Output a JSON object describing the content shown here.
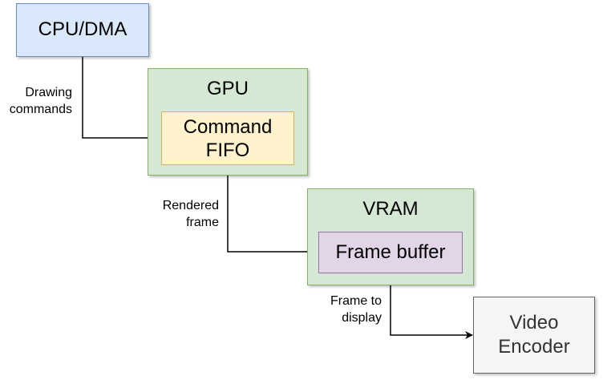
{
  "colors": {
    "blue_fill": "#dae8fc",
    "blue_stroke": "#6c8ebf",
    "green_fill": "#d5e8d4",
    "green_stroke": "#82b366",
    "yellow_fill": "#fff2cc",
    "yellow_stroke": "#d6b656",
    "purple_fill": "#e1d5e7",
    "purple_stroke": "#9673a6",
    "gray_fill": "#f5f5f5",
    "gray_stroke": "#666666",
    "gray_text": "#333333",
    "arrow": "#000000"
  },
  "nodes": {
    "cpu": {
      "label": "CPU/DMA"
    },
    "gpu": {
      "label": "GPU",
      "inner_label_line1": "Command",
      "inner_label_line2": "FIFO"
    },
    "vram": {
      "label": "VRAM",
      "inner_label": "Frame buffer"
    },
    "encoder": {
      "label_line1": "Video",
      "label_line2": "Encoder"
    }
  },
  "edges": {
    "drawing": {
      "line1": "Drawing",
      "line2": "commands"
    },
    "rendered": {
      "line1": "Rendered",
      "line2": "frame"
    },
    "display": {
      "line1": "Frame to",
      "line2": "display"
    }
  }
}
